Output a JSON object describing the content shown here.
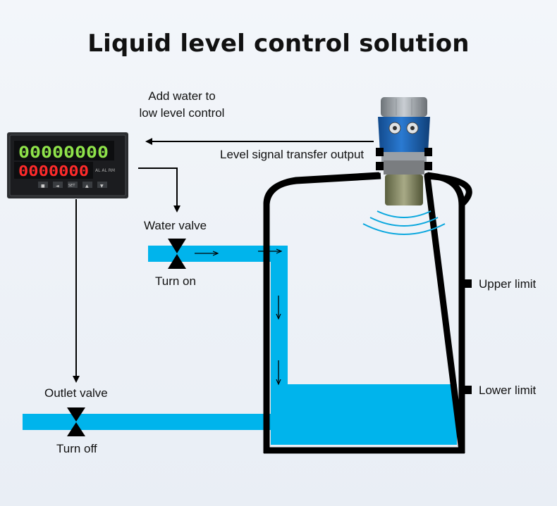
{
  "title": "Liquid level control solution",
  "labels": {
    "add_water_line1": "Add water to",
    "add_water_line2": "low level control",
    "level_signal": "Level signal transfer output",
    "water_valve": "Water valve",
    "turn_on": "Turn on",
    "outlet_valve": "Outlet valve",
    "turn_off": "Turn off",
    "upper_limit": "Upper limit",
    "lower_limit": "Lower limit"
  },
  "controller": {
    "upper_display": "00000000",
    "lower_display": "0000000",
    "indicators": "AL AL RM",
    "buttons": [
      "■",
      "◄",
      "SET",
      "▲",
      "▼"
    ]
  },
  "colors": {
    "water": "#00b4ec",
    "tank_wall": "#000000",
    "sensor_body": "#1c64b4",
    "display_green": "#8fe34a",
    "display_red": "#ff2a2a"
  }
}
